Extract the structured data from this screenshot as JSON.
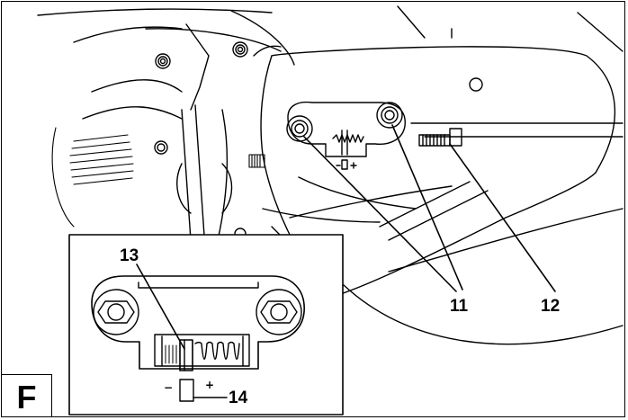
{
  "figure": {
    "letter": "F",
    "callouts": {
      "c11": "11",
      "c12": "12",
      "c13": "13",
      "c14": "14"
    },
    "marks": {
      "minus": "−",
      "plus": "+"
    }
  }
}
